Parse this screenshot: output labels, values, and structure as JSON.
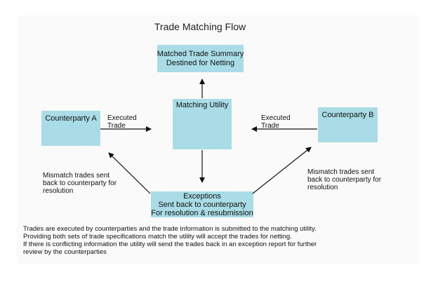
{
  "title": "Trade Matching Flow",
  "nodes": {
    "summary": [
      "Matched Trade Summary",
      "Destined for Netting"
    ],
    "utility": [
      "Matching Utility"
    ],
    "counterparty_a": [
      "Counterparty A"
    ],
    "counterparty_b": [
      "Counterparty B"
    ],
    "exceptions": [
      "Exceptions",
      "Sent back to counterparty",
      "For resolution & resubmission"
    ]
  },
  "edge_labels": {
    "executed_trade_a": [
      "Executed",
      "Trade"
    ],
    "executed_trade_b": [
      "Executed",
      "Trade"
    ],
    "mismatch_a": [
      "Mismatch trades sent",
      "back to counterparty for",
      "resolution"
    ],
    "mismatch_b": [
      "Mismatch trades sent",
      "back to counterparty for",
      "resolution"
    ]
  },
  "footnote": [
    "Trades are executed by counterparties and the trade information is submitted to the matching utility.",
    "Providing both sets of trade specifications match the utility will accept the trades for netting.",
    "If there is conflicting information the utility will send the trades back in an exception report for further",
    "review by the counterparties"
  ],
  "colors": {
    "box_fill": "#a9dce6",
    "arrow": "#111111"
  }
}
